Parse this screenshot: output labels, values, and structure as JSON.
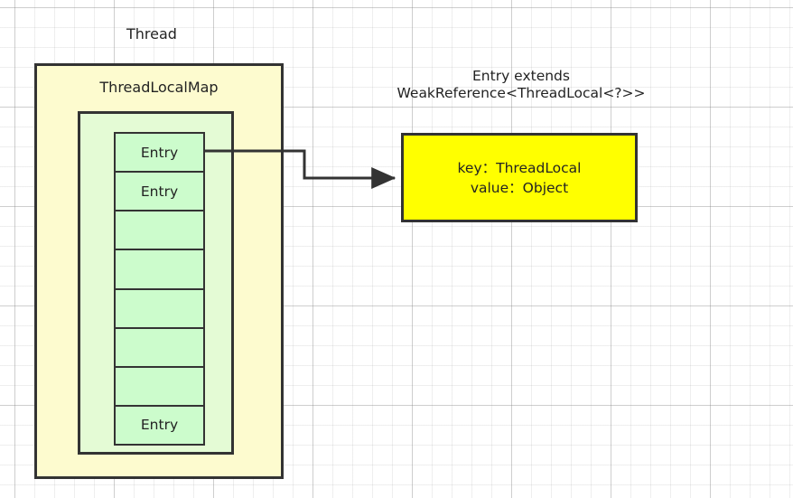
{
  "diagram": {
    "labels": {
      "thread": "Thread",
      "thread_local_map": "ThreadLocalMap",
      "entry_extends": "Entry extends\nWeakReference<ThreadLocal<?>>"
    },
    "entry_column": {
      "cells": [
        {
          "label": "Entry"
        },
        {
          "label": "Entry"
        },
        {
          "label": ""
        },
        {
          "label": ""
        },
        {
          "label": ""
        },
        {
          "label": ""
        },
        {
          "label": ""
        },
        {
          "label": "Entry"
        }
      ]
    },
    "entry_detail": {
      "key_line": "key：ThreadLocal",
      "value_line": "value：Object"
    },
    "colors": {
      "thread_box_fill": "#fdfbcf",
      "map_box_fill": "#e4fbd5",
      "entry_cell_fill": "#ccfccc",
      "entry_detail_fill": "#ffff00",
      "stroke": "#333333",
      "grid_line": "#d6d6d6",
      "background": "#ffffff",
      "text": "#232323"
    }
  }
}
